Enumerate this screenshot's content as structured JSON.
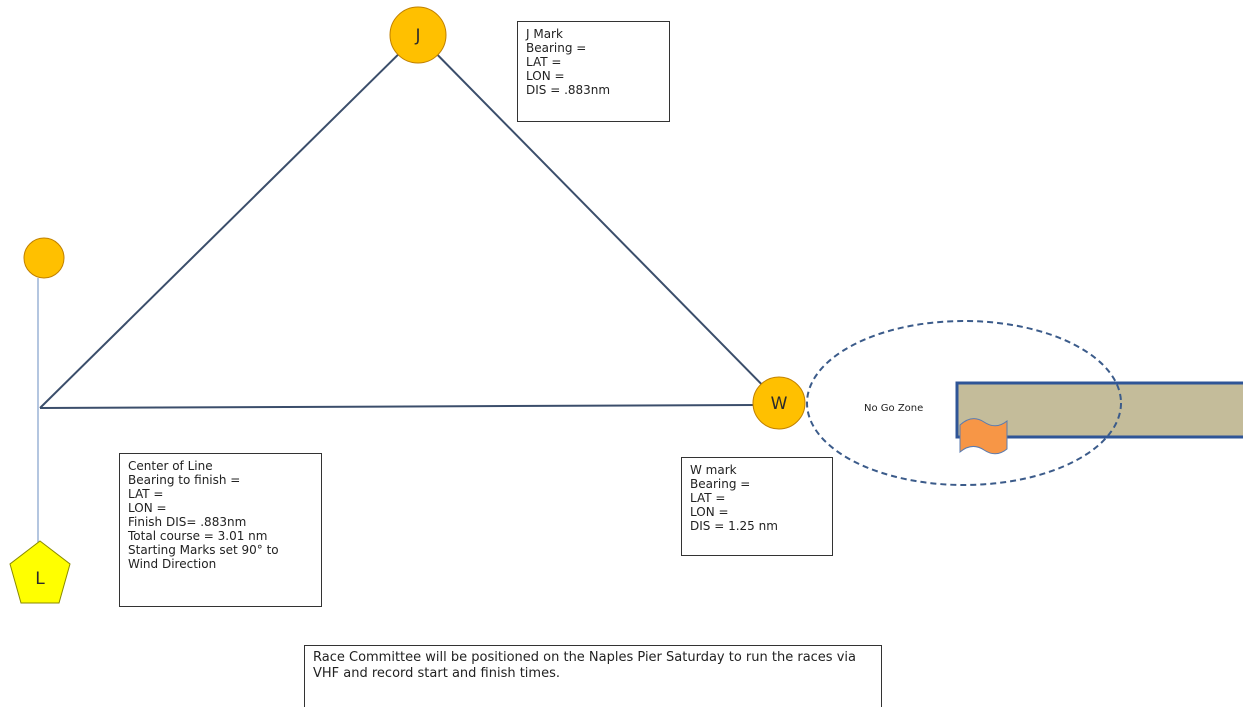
{
  "marks": {
    "j": {
      "letter": "J"
    },
    "w": {
      "letter": "W"
    },
    "l": {
      "letter": "L"
    }
  },
  "no_go_zone": {
    "label": "No Go Zone"
  },
  "j_mark_box": {
    "lines": [
      "J Mark",
      "Bearing =",
      "LAT =",
      "LON =",
      "DIS = .883nm"
    ]
  },
  "w_mark_box": {
    "lines": [
      "W mark",
      "Bearing =",
      "LAT =",
      "LON =",
      "DIS = 1.25 nm"
    ]
  },
  "center_box": {
    "lines": [
      "Center of Line",
      "Bearing to finish =",
      "LAT =",
      "LON =",
      "Finish DIS= .883nm",
      "Total course = 3.01 nm",
      "Starting Marks set 90°  to",
      "Wind Direction"
    ]
  },
  "note": {
    "text": "Race Committee will be positioned on the Naples Pier Saturday to run the races via VHF and record start and finish times."
  },
  "colors": {
    "mark_fill": "#FFC000",
    "mark_stroke": "#C08000",
    "pin_fill": "#FFFF00",
    "course_line": "#3B4E6B",
    "zone_dash": "#3B5B8A",
    "pier_fill": "#C4BC9A",
    "pier_stroke": "#2F5597",
    "flag_fill": "#F79646"
  }
}
